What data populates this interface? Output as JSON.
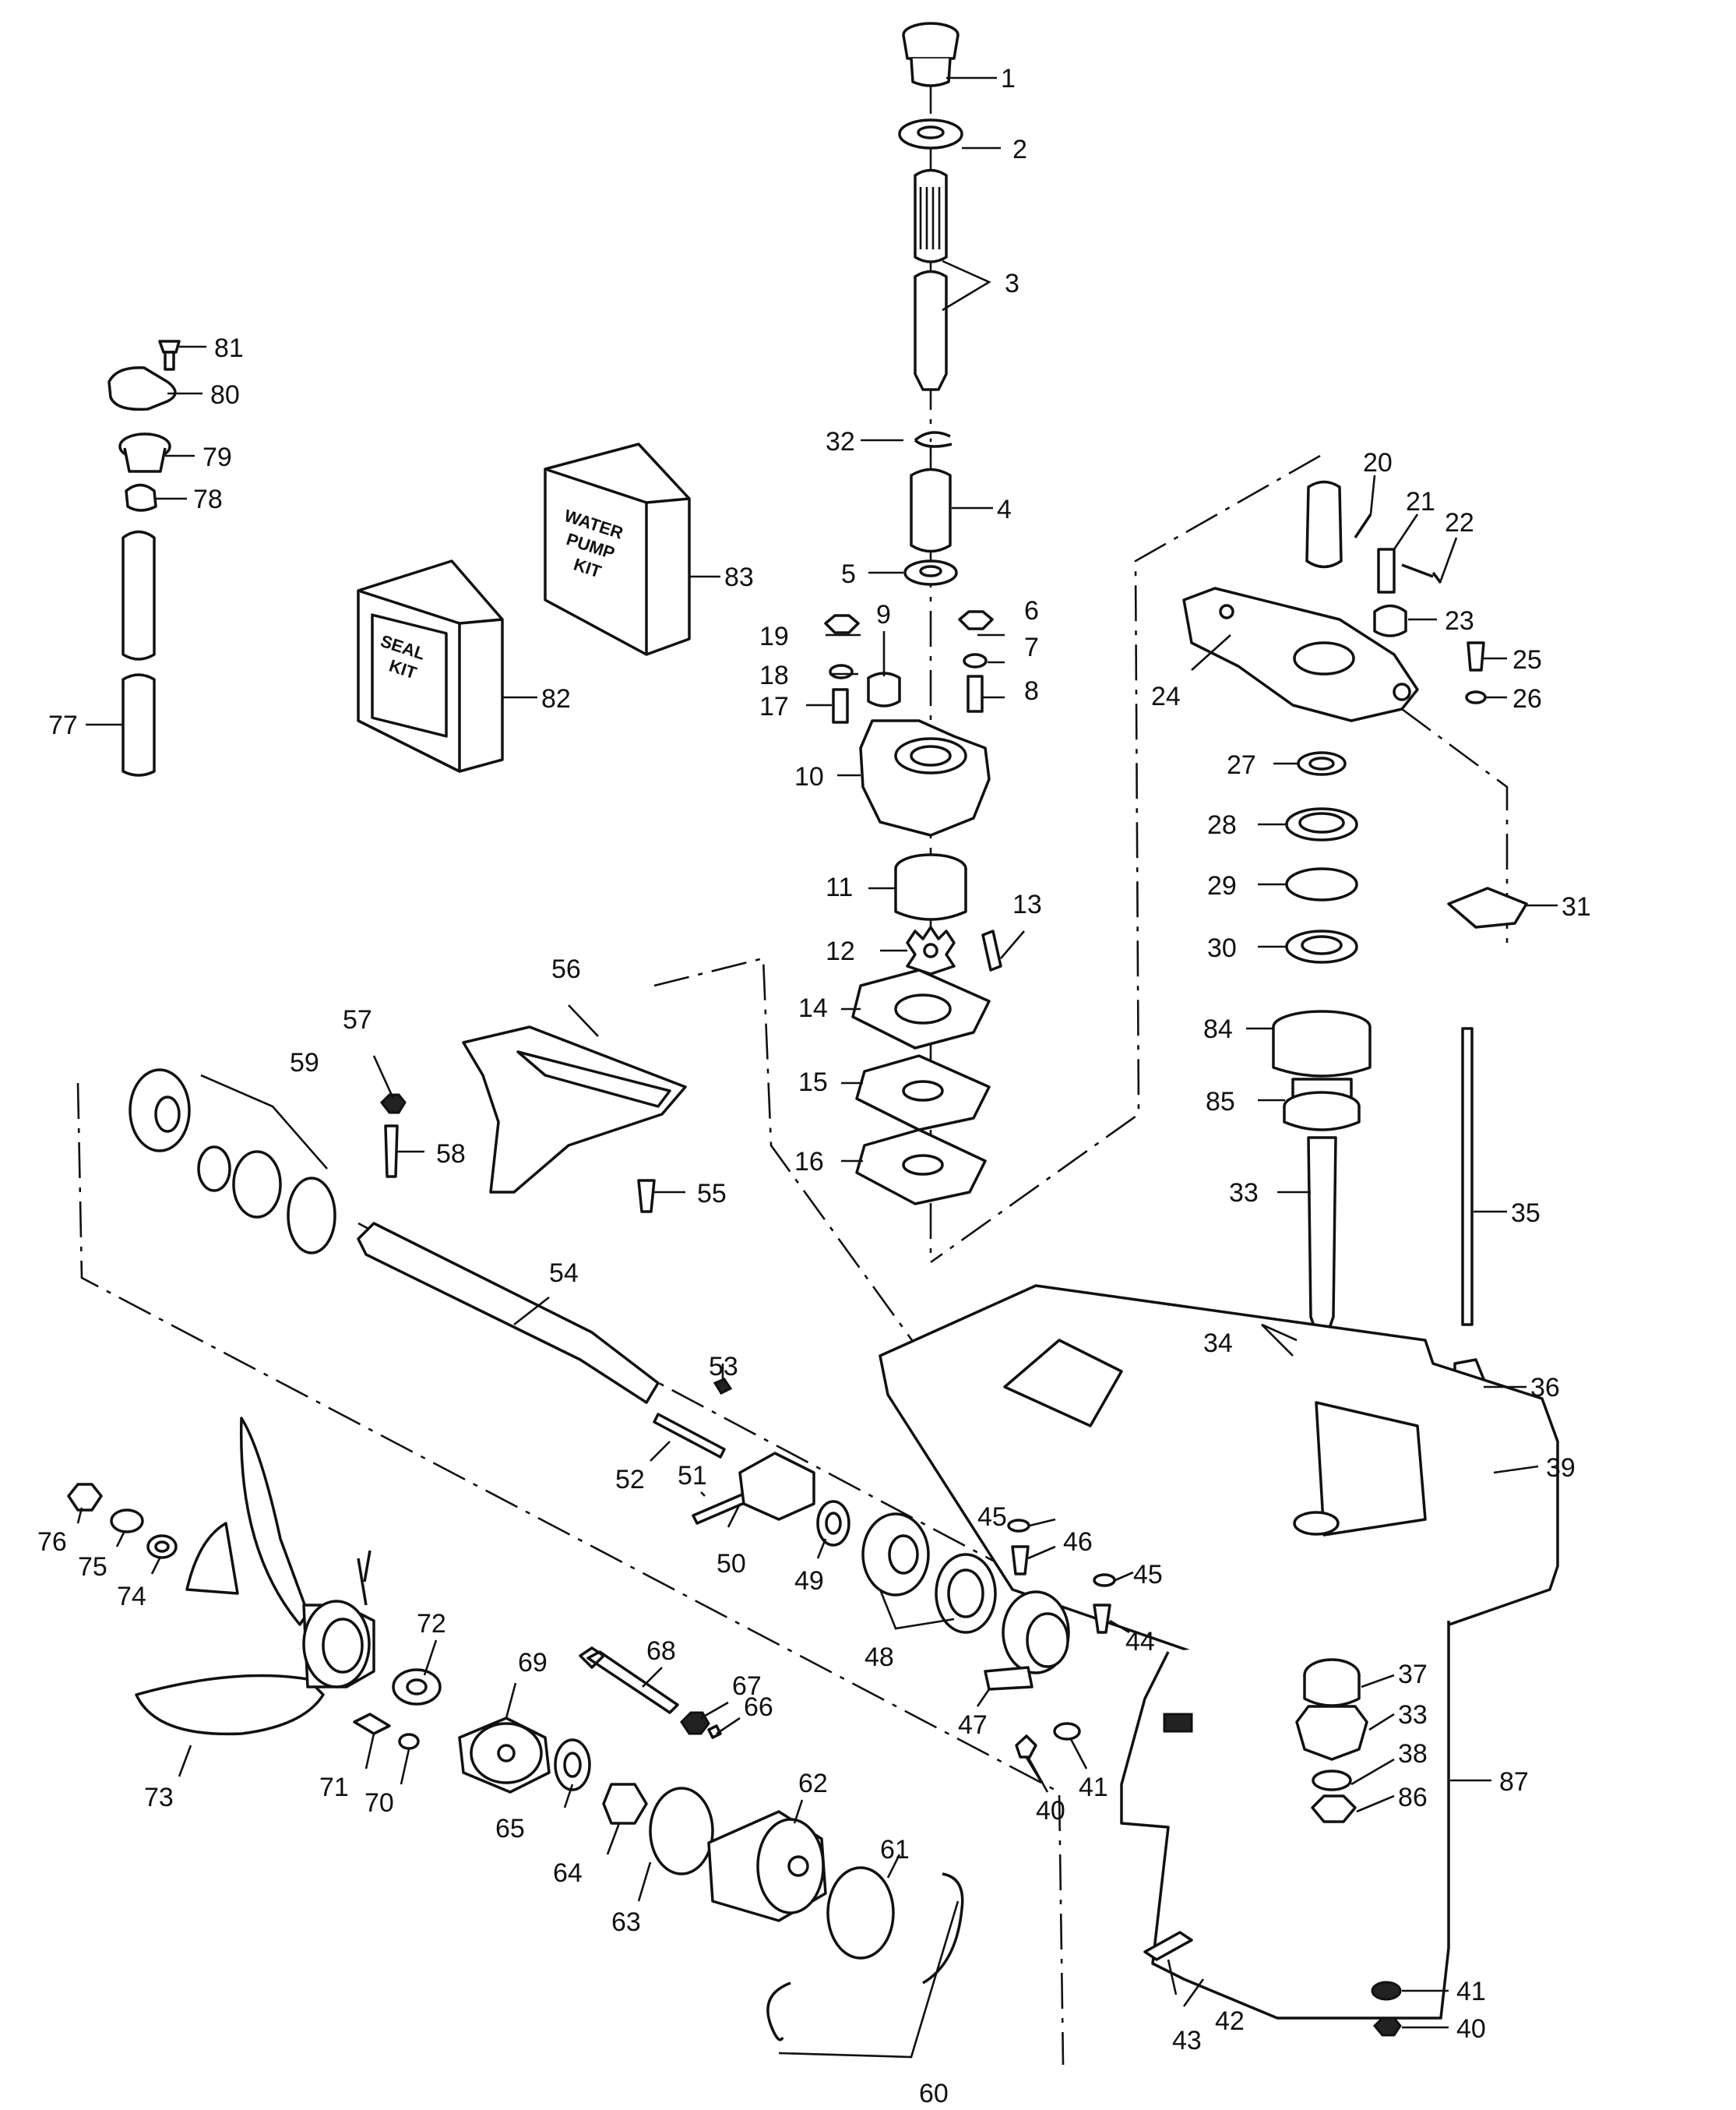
{
  "callouts": [
    "1",
    "2",
    "3",
    "4",
    "5",
    "6",
    "7",
    "8",
    "9",
    "10",
    "11",
    "12",
    "13",
    "14",
    "15",
    "16",
    "17",
    "18",
    "19",
    "20",
    "21",
    "22",
    "23",
    "24",
    "25",
    "26",
    "27",
    "28",
    "29",
    "30",
    "31",
    "32",
    "33",
    "33",
    "34",
    "35",
    "36",
    "37",
    "38",
    "39",
    "40",
    "40",
    "41",
    "41",
    "42",
    "43",
    "44",
    "45",
    "45",
    "46",
    "47",
    "48",
    "49",
    "50",
    "51",
    "52",
    "53",
    "54",
    "55",
    "56",
    "57",
    "58",
    "59",
    "60",
    "61",
    "62",
    "63",
    "64",
    "65",
    "66",
    "67",
    "68",
    "69",
    "70",
    "71",
    "72",
    "73",
    "74",
    "75",
    "76",
    "77",
    "78",
    "79",
    "80",
    "81",
    "82",
    "83",
    "84",
    "85",
    "86",
    "87"
  ],
  "kits": {
    "water_pump": [
      "WATER",
      "PUMP",
      "KIT"
    ],
    "seal": [
      "SEAL",
      "KIT"
    ]
  },
  "colors": {
    "ink": "#111111",
    "paper": "#ffffff"
  }
}
